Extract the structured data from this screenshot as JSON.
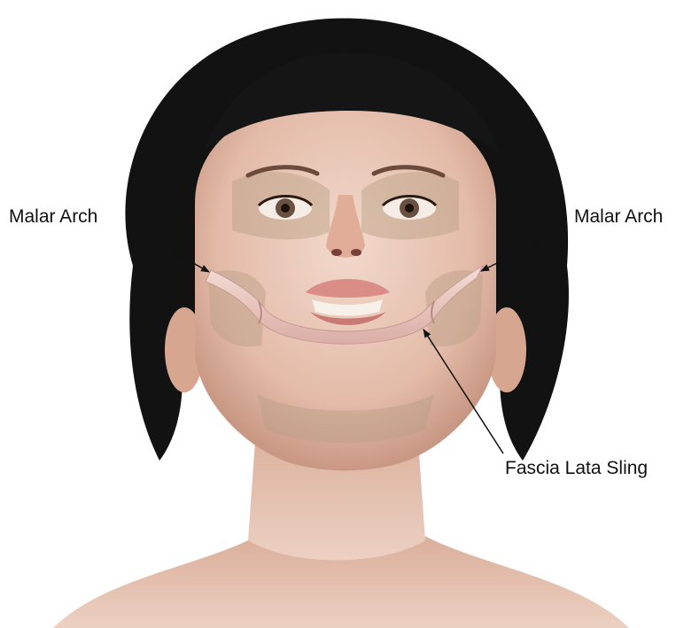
{
  "figure": {
    "labels": {
      "left_malar_arch": "Malar Arch",
      "right_malar_arch": "Malar Arch",
      "fascia_lata_sling": "Fascia Lata Sling"
    },
    "colors": {
      "hair": "#121212",
      "skin": "#e9c7b6",
      "skull_overlay": "#c2ab93",
      "sling": "#e8c7c0",
      "arrow": "#111111",
      "background": "#ffffff"
    }
  }
}
